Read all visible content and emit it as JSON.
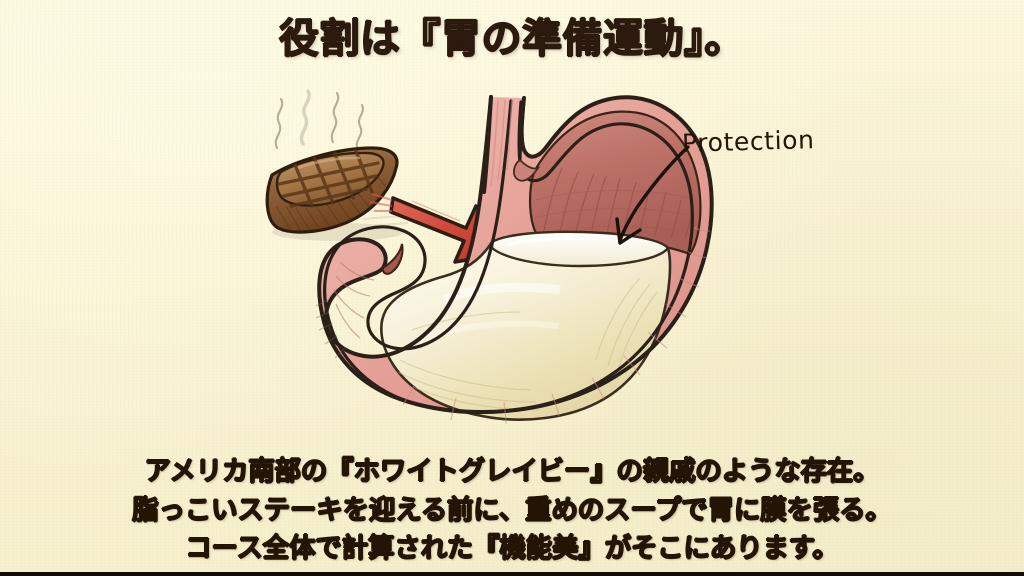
{
  "slide": {
    "background_color": "#faf4d6",
    "text_color": "#241404",
    "title": "役割は『胃の準備運動』。",
    "annotation_label": "Protection",
    "caption_lines": [
      "アメリカ南部の『ホワイトグレイビー』の親戚のような存在。",
      "脂っこいステーキを迎える前に、重めのスープで胃に膜を張る。",
      "コース全体で計算された『機能美』がそこにあります。"
    ]
  },
  "illustration": {
    "style": "hand-drawn colored pencil sketch",
    "elements": [
      {
        "name": "grilled-steak",
        "label": "grilled steak with crosshatch grill marks"
      },
      {
        "name": "steam-wisps",
        "label": "four rising steam curls"
      },
      {
        "name": "red-arrow",
        "label": "red arrow pointing from steak toward stomach"
      },
      {
        "name": "stomach-cross-section",
        "label": "anatomical stomach cut-away"
      },
      {
        "name": "esophagus",
        "label": "esophagus tube entering stomach"
      },
      {
        "name": "duodenum",
        "label": "pylorus and duodenum outlet"
      },
      {
        "name": "gastric-mucosa",
        "label": "dark red rugae lining upper stomach"
      },
      {
        "name": "soup-coating",
        "label": "creamy white soup pooled inside stomach"
      },
      {
        "name": "pointer-arrow",
        "label": "thin curved arrow to soup surface"
      }
    ],
    "colors": {
      "stomach_wall": "#e8a8a0",
      "mucosa": "#c0736b",
      "outline": "#2b2018",
      "soup": "#f7f2dc",
      "soup_shade": "#e8dfb4",
      "arrow_red": "#d04a3c",
      "steak_crust": "#7a4a2a",
      "steak_light": "#b98d5e",
      "steam": "#a59a85"
    }
  }
}
